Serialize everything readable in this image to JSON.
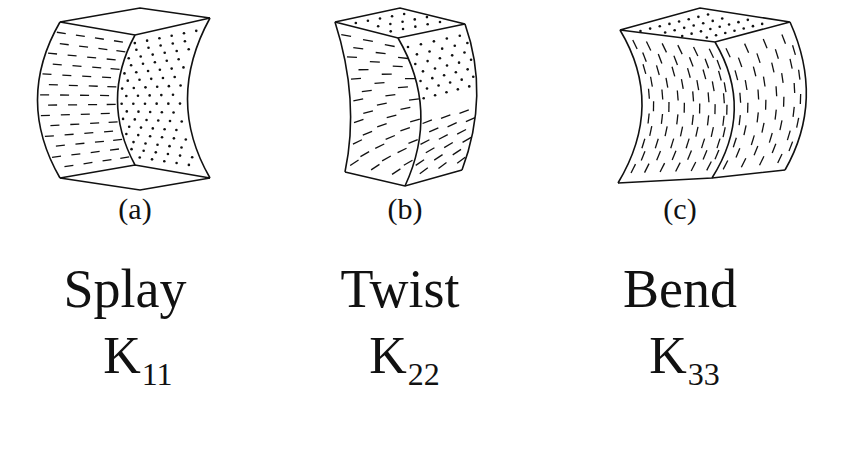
{
  "diagram": {
    "labels": [
      "(a)",
      "(b)",
      "(c)",
      "Splay",
      "Twist",
      "Bend",
      "K",
      "11",
      "K",
      "22",
      "K",
      "33"
    ]
  }
}
